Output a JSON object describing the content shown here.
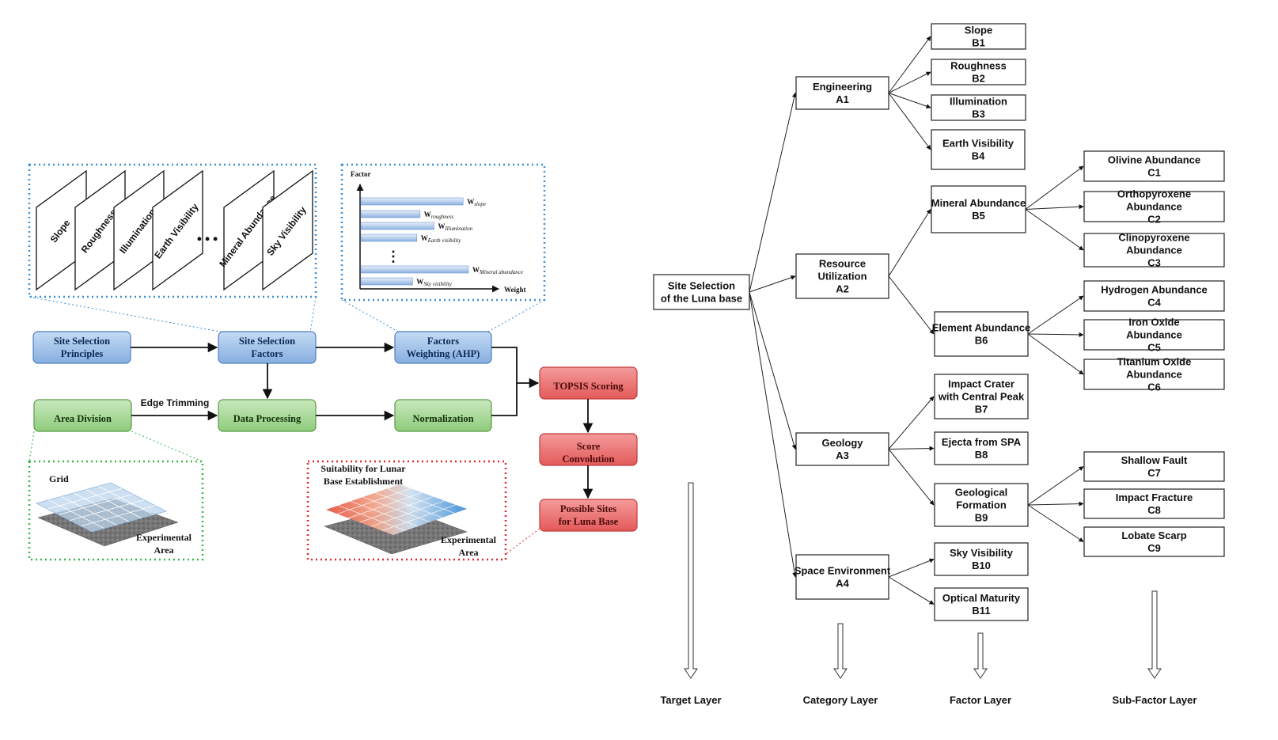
{
  "flowchart": {
    "panels": [
      "Slope",
      "Roughness",
      "Illumination",
      "Earth Visibility",
      "Mineral Abundance",
      "Sky Visibility"
    ],
    "ellipsis": "…",
    "weight_chart": {
      "ylabel": "Factor",
      "xlabel": "Weight",
      "bars": [
        {
          "label": "slope",
          "value": 0.95
        },
        {
          "label": "roughness",
          "value": 0.55
        },
        {
          "label": "Illumination",
          "value": 0.68
        },
        {
          "label": "Earth visibility",
          "value": 0.52
        },
        {
          "label": "Mineral abundance",
          "value": 1.0
        },
        {
          "label": "Sky visibility",
          "value": 0.48
        }
      ],
      "weight_symbol": "W"
    },
    "nodes": {
      "principles": "Site Selection Principles",
      "factors": "Site Selection Factors",
      "ahp": "Factors Weighting (AHP)",
      "area": "Area Division",
      "processing": "Data Processing",
      "normalization": "Normalization",
      "topsis": "TOPSIS Scoring",
      "convolution": "Score Convolution",
      "possible": "Possible Sites for Luna Base"
    },
    "edge_trimming": "Edge Trimming",
    "grid_label": "Grid",
    "experimental_area": "Experimental Area",
    "suitability_label": "Suitability for Lunar Base Establishment",
    "experimental_area2": "Experimental Area"
  },
  "hierarchy": {
    "target": {
      "name": "Site Selection of the Luna base"
    },
    "categories": [
      {
        "id": "A1",
        "name": "Engineering"
      },
      {
        "id": "A2",
        "name": "Resource Utilization"
      },
      {
        "id": "A3",
        "name": "Geology"
      },
      {
        "id": "A4",
        "name": "Space Environment"
      }
    ],
    "factors": [
      {
        "id": "B1",
        "name": "Slope"
      },
      {
        "id": "B2",
        "name": "Roughness"
      },
      {
        "id": "B3",
        "name": "Illumination"
      },
      {
        "id": "B4",
        "name": "Earth Visibility"
      },
      {
        "id": "B5",
        "name": "Mineral Abundance"
      },
      {
        "id": "B6",
        "name": "Element Abundance"
      },
      {
        "id": "B7",
        "name": "Impact Crater with Central Peak"
      },
      {
        "id": "B8",
        "name": "Ejecta from SPA"
      },
      {
        "id": "B9",
        "name": "Geological Formation"
      },
      {
        "id": "B10",
        "name": "Sky Visibility"
      },
      {
        "id": "B11",
        "name": "Optical Maturity"
      }
    ],
    "subfactors": [
      {
        "id": "C1",
        "name": "Olivine Abundance"
      },
      {
        "id": "C2",
        "name": "Orthopyroxene Abundance"
      },
      {
        "id": "C3",
        "name": "Clinopyroxene Abundance"
      },
      {
        "id": "C4",
        "name": "Hydrogen Abundance"
      },
      {
        "id": "C5",
        "name": "Iron Oxide Abundance"
      },
      {
        "id": "C6",
        "name": "Titanium Oxide Abundance"
      },
      {
        "id": "C7",
        "name": "Shallow Fault"
      },
      {
        "id": "C8",
        "name": "Impact Fracture"
      },
      {
        "id": "C9",
        "name": "Lobate Scarp"
      }
    ],
    "layers": [
      "Target Layer",
      "Category Layer",
      "Factor Layer",
      "Sub-Factor Layer"
    ]
  },
  "colors": {
    "blue_node": "#9dbde6",
    "green_node": "#a8d59a",
    "red_node": "#ee6f6f",
    "blue_dots": "#3b8fd6",
    "green_dots": "#39b54a",
    "red_dots": "#e0282e"
  }
}
